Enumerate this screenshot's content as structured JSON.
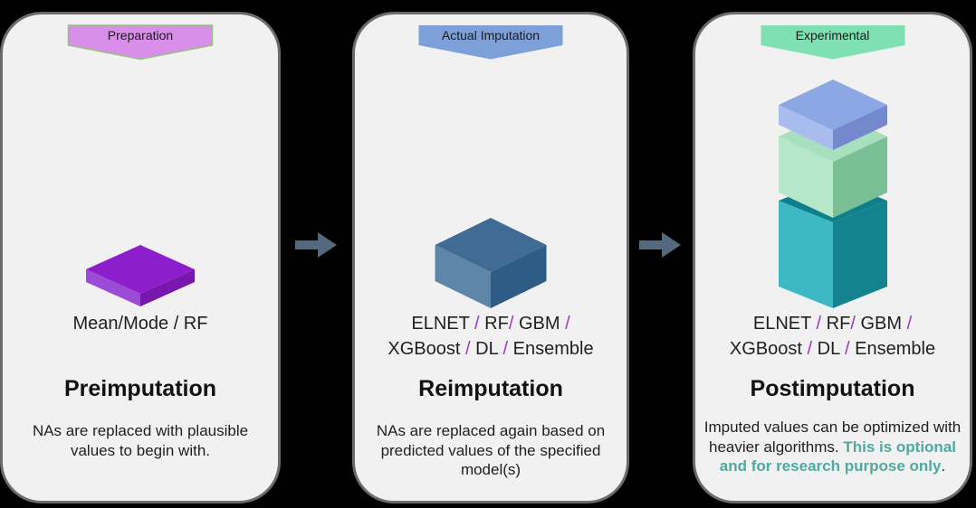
{
  "colors": {
    "background": "#000000",
    "panel_fill": "#f1f1f2",
    "panel_border": "#6b6b6b",
    "arrow": "#54687e",
    "slash": "#9933cc",
    "accent": "#4eab9c",
    "text": "#1f1f1f"
  },
  "panels": [
    {
      "banner": {
        "label": "Preparation",
        "fill": "#d98ee9",
        "stroke": "#93c47d"
      },
      "box": {
        "top": "#8c1ecb",
        "left": "#9c4bd6",
        "right": "#7817ae"
      },
      "algorithms": [
        [
          {
            "t": "Mean/Mode / RF"
          }
        ]
      ],
      "title": "Preimputation",
      "description": [
        {
          "t": "NAs are replaced with plausible values to begin with."
        }
      ]
    },
    {
      "banner": {
        "label": "Actual Imputation",
        "fill": "#7da0d8",
        "stroke": "none"
      },
      "box": {
        "top": "#3f6b94",
        "left": "#5e86a9",
        "right": "#2e5c85"
      },
      "algorithms": [
        [
          {
            "t": "ELNET "
          },
          {
            "t": "/",
            "s": true
          },
          {
            "t": " RF"
          },
          {
            "t": "/",
            "s": true
          },
          {
            "t": " GBM "
          },
          {
            "t": "/",
            "s": true
          }
        ],
        [
          {
            "t": "XGBoost "
          },
          {
            "t": "/",
            "s": true
          },
          {
            "t": " DL "
          },
          {
            "t": "/",
            "s": true
          },
          {
            "t": " Ensemble"
          }
        ]
      ],
      "title": "Reimputation",
      "description": [
        {
          "t": "NAs are replaced again based on predicted values of the specified model(s)"
        }
      ]
    },
    {
      "banner": {
        "label": "Experimental",
        "fill": "#7fe0b2",
        "stroke": "none"
      },
      "stack": {
        "blue": {
          "top": "#8ba7e4",
          "left": "#a9bcee",
          "right": "#7388cd"
        },
        "green": {
          "top": "#a8dfbe",
          "left": "#b5e7c8",
          "right": "#7ac096"
        },
        "teal": {
          "top": "#0e808c",
          "left": "#3db9c4",
          "right": "#13848f"
        }
      },
      "algorithms": [
        [
          {
            "t": "ELNET "
          },
          {
            "t": "/",
            "s": true
          },
          {
            "t": " RF"
          },
          {
            "t": "/",
            "s": true
          },
          {
            "t": " GBM "
          },
          {
            "t": "/",
            "s": true
          }
        ],
        [
          {
            "t": "XGBoost "
          },
          {
            "t": "/",
            "s": true
          },
          {
            "t": " DL "
          },
          {
            "t": "/",
            "s": true
          },
          {
            "t": " Ensemble"
          }
        ]
      ],
      "title": "Postimputation",
      "description": [
        {
          "t": "Imputed values can be optimized with heavier algorithms. "
        },
        {
          "t": "This is optional and for research purpose only",
          "accent": true
        },
        {
          "t": "."
        }
      ]
    }
  ]
}
